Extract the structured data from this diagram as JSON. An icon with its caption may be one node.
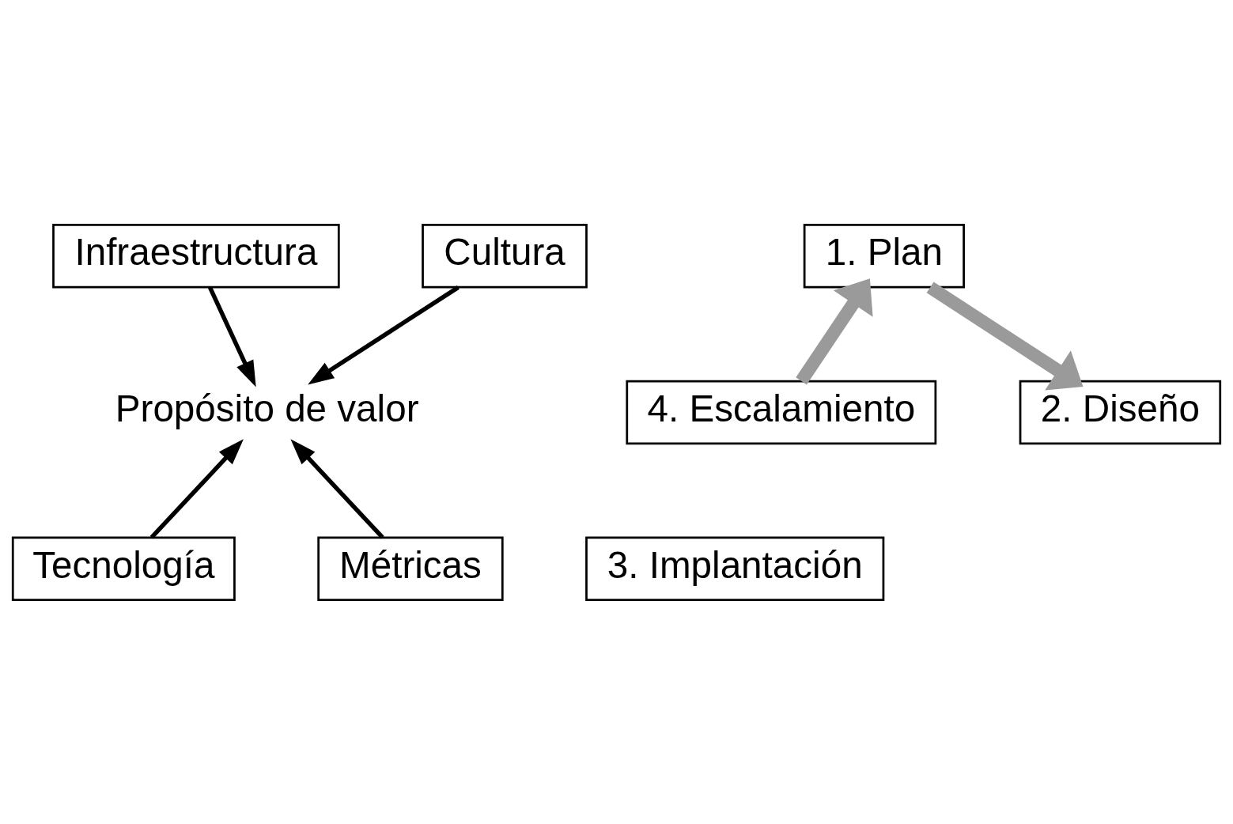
{
  "diagram": {
    "nodes": [
      {
        "text": [
          "Infraestructura"
        ]
      },
      {
        "text": [
          "Cultura"
        ]
      },
      {
        "text": [
          "1. Plan"
        ]
      },
      {
        "text": [
          "4. Escalamiento"
        ]
      },
      {
        "text": [
          "Propósito de valor"
        ]
      },
      {
        "text": [
          "2. Diseño"
        ]
      },
      {
        "text": [
          "3. Implantación"
        ]
      },
      {
        "text": [
          "Tecnología"
        ]
      },
      {
        "text": [
          "Métricas"
        ]
      }
    ],
    "edges": [
      {
        "from": 0,
        "to": 4,
        "arrow": "to"
      },
      {
        "from": 1,
        "to": 4,
        "arrow": "to"
      },
      {
        "from": 3,
        "to": 2,
        "arrow": "to",
        "style": "thick",
        "color": "#9a9a9a"
      },
      {
        "from": 2,
        "to": 5,
        "arrow": "to",
        "style": "thick",
        "color": "#9a9a9a"
      },
      {
        "from": 7,
        "to": 4,
        "arrow": "to"
      },
      {
        "from": 8,
        "to": 4,
        "arrow": "to"
      }
    ]
  }
}
